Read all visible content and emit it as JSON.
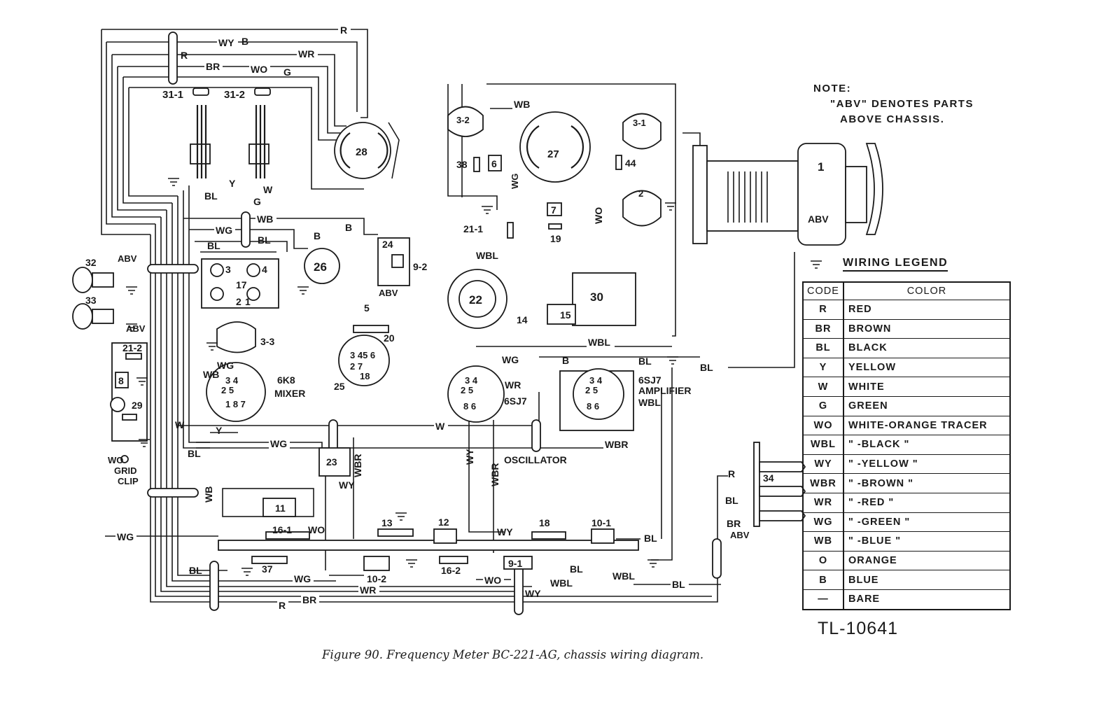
{
  "note": {
    "line1": "NOTE:",
    "line2": "\"ABV\" DENOTES  PARTS",
    "line3": "ABOVE  CHASSIS."
  },
  "legend": {
    "title": "WIRING LEGEND",
    "header_code": "CODE",
    "header_color": "COLOR",
    "rows": [
      {
        "code": "R",
        "color": "RED"
      },
      {
        "code": "BR",
        "color": "BROWN"
      },
      {
        "code": "BL",
        "color": "BLACK"
      },
      {
        "code": "Y",
        "color": "YELLOW"
      },
      {
        "code": "W",
        "color": "WHITE"
      },
      {
        "code": "G",
        "color": "GREEN"
      },
      {
        "code": "WO",
        "color": "WHITE-ORANGE TRACER"
      },
      {
        "code": "WBL",
        "color": "\"   -BLACK          \""
      },
      {
        "code": "WY",
        "color": "\"   -YELLOW         \""
      },
      {
        "code": "WBR",
        "color": "\"   -BROWN          \""
      },
      {
        "code": "WR",
        "color": "\"   -RED            \""
      },
      {
        "code": "WG",
        "color": "\"   -GREEN          \""
      },
      {
        "code": "WB",
        "color": "\"   -BLUE           \""
      },
      {
        "code": "O",
        "color": "ORANGE"
      },
      {
        "code": "B",
        "color": "BLUE"
      },
      {
        "code": "—",
        "color": "BARE"
      }
    ]
  },
  "drawing_number": "TL-10641",
  "caption": "Figure 90.   Frequency Meter BC-221-AG, chassis wiring diagram.",
  "components": {
    "c1": "1",
    "c1_abv": "ABV",
    "c2": "2",
    "c3_1": "3-1",
    "c3_2": "3-2",
    "c3_3": "3-3",
    "c5": "5",
    "c6": "6",
    "c7": "7",
    "c8": "8",
    "c9_1": "9-1",
    "c9_2": "9-2",
    "c10_1": "10-1",
    "c10_2": "10-2",
    "c11": "11",
    "c12": "12",
    "c13": "13",
    "c14": "14",
    "c15": "15",
    "c16_1": "16-1",
    "c16_2": "16-2",
    "c17": "17",
    "c18": "18",
    "c19": "19",
    "c20": "20",
    "c21_1": "21-1",
    "c21_2": "21-2",
    "c22": "22",
    "c23": "23",
    "c24": "24",
    "c25": "25",
    "c26": "26",
    "c27": "27",
    "c28": "28",
    "c29": "29",
    "c30": "30",
    "c31_1": "31-1",
    "c31_2": "31-2",
    "c32": "32",
    "c33": "33",
    "c34": "34",
    "c37": "37",
    "c38": "38",
    "c44": "44"
  },
  "tube_labels": {
    "mixer_type": "6K8",
    "mixer_name": "MIXER",
    "osc_type": "6SJ7",
    "osc_name": "OSCILLATOR",
    "amp_type": "6SJ7",
    "amp_name": "AMPLIFIER",
    "grid_clip_1": "GRID",
    "grid_clip_2": "CLIP",
    "abv": "ABV"
  },
  "wire_labels": {
    "R": "R",
    "BR": "BR",
    "BL": "BL",
    "Y": "Y",
    "W": "W",
    "G": "G",
    "WO": "WO",
    "WBL": "WBL",
    "WY": "WY",
    "WBR": "WBR",
    "WR": "WR",
    "WG": "WG",
    "WB": "WB",
    "B": "B"
  }
}
